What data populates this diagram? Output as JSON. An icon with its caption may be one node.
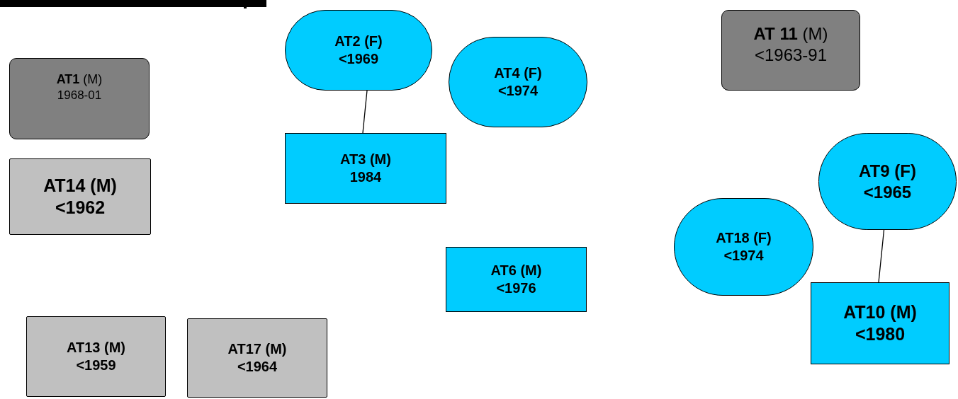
{
  "diagram": {
    "nodes": [
      {
        "text": [
          "AT2 (F)",
          "<1969"
        ]
      },
      {
        "text": [
          "AT4 (F)",
          "<1974"
        ]
      },
      {
        "text": [
          "**AT 11** (M)",
          "<1963-91"
        ]
      },
      {
        "text": [
          "**AT1** (M)",
          "1968-01"
        ]
      },
      {
        "text": [
          "AT3 (M)",
          "1984"
        ]
      },
      {
        "text": [
          "AT9 (F)",
          "<1965"
        ]
      },
      {
        "text": [
          "AT14  (M)",
          "<1962"
        ]
      },
      {
        "text": [
          "AT18 (F)",
          "<1974"
        ]
      },
      {
        "text": [
          "AT6 (M)",
          "<1976"
        ]
      },
      {
        "text": [
          "AT10 (M)",
          "<1980"
        ]
      },
      {
        "text": [
          "AT13 (M)",
          "<1959"
        ]
      },
      {
        "text": [
          "AT17 (M)",
          "<1964"
        ]
      }
    ],
    "edges": [
      {
        "from": 0,
        "to": 4,
        "arrow": "none"
      },
      {
        "from": 5,
        "to": 9,
        "arrow": "none"
      }
    ]
  }
}
